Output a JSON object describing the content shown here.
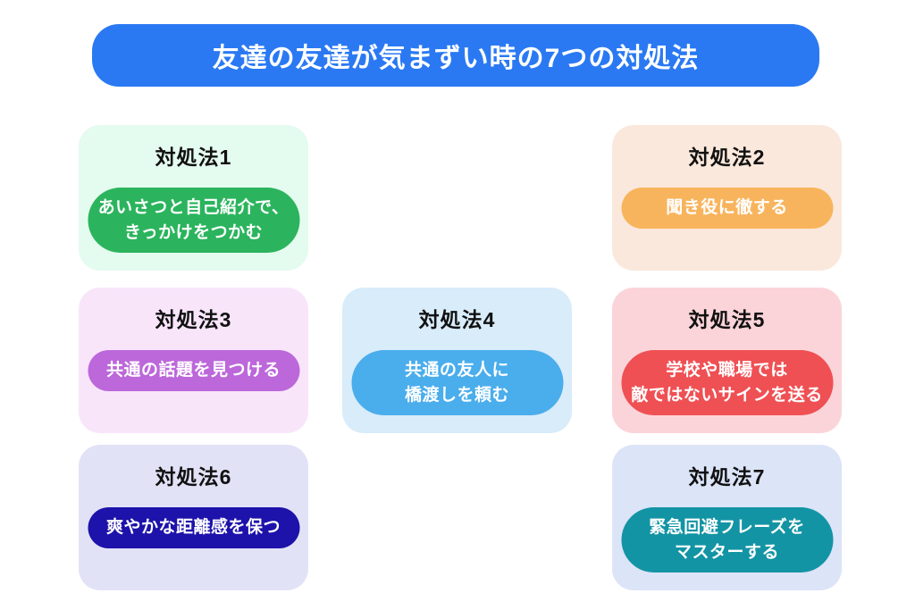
{
  "banner": {
    "title": "友達の友達が気まずい時の7つの対処法",
    "bg_color": "#2A79F3",
    "text_color": "#FFFFFF"
  },
  "cards": [
    {
      "heading": "対処法1",
      "pill_text": "あいさつと自己紹介で、\nきっかけをつかむ",
      "bg_color": "#E4FBEF",
      "pill_color": "#2BB45D"
    },
    {
      "heading": "対処法2",
      "pill_text": "聞き役に徹する",
      "bg_color": "#FBE8DC",
      "pill_color": "#F8B45C"
    },
    {
      "heading": "対処法3",
      "pill_text": "共通の話題を見つける",
      "bg_color": "#F8E5FA",
      "pill_color": "#BC67DA"
    },
    {
      "heading": "対処法4",
      "pill_text": "共通の友人に\n橋渡しを頼む",
      "bg_color": "#D8ECFA",
      "pill_color": "#4AADEC"
    },
    {
      "heading": "対処法5",
      "pill_text": "学校や職場では\n敵ではないサインを送る",
      "bg_color": "#FBD4D9",
      "pill_color": "#EF5054"
    },
    {
      "heading": "対処法6",
      "pill_text": "爽やかな距離感を保つ",
      "bg_color": "#E2E2F7",
      "pill_color": "#1D12AA"
    },
    {
      "heading": "対処法7",
      "pill_text": "緊急回避フレーズを\nマスターする",
      "bg_color": "#DCE4F8",
      "pill_color": "#1394A4"
    }
  ]
}
